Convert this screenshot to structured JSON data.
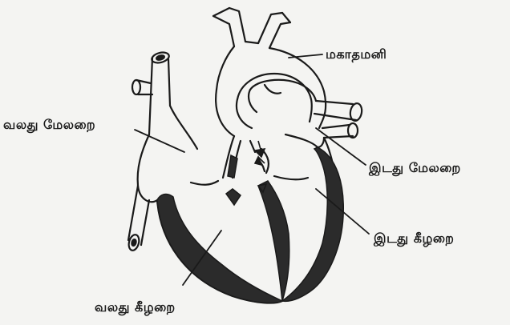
{
  "labels": {
    "aorta": "மகாதமனி",
    "right_atrium": "வலது மேலறை",
    "left_atrium": "இடது மேலறை",
    "left_ventricle": "இடது கீழறை",
    "right_ventricle": "வலது கீழறை"
  },
  "colors": {
    "background": "#f4f4f2",
    "stroke": "#1a1a1a",
    "muscle_fill": "#2b2b2b"
  }
}
